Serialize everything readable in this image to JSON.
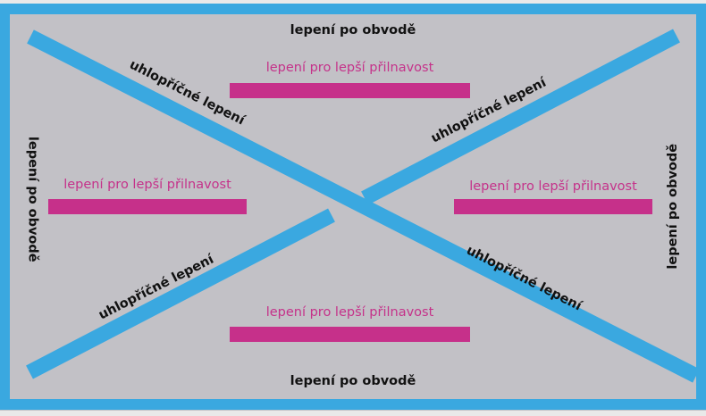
{
  "colors": {
    "background": "#c2c1c6",
    "perimeter_tape": "#3aa8e0",
    "diagonal_tape": "#3aa8e0",
    "adhesion_strip": "#c6308a",
    "dark_text": "#111111",
    "pink_text": "#c5328a"
  },
  "labels": {
    "perimeter_top": "lepení po obvodě",
    "perimeter_bottom": "lepení po obvodě",
    "perimeter_left": "lepení po obvodě",
    "perimeter_right": "lepení po obvodě",
    "diagonal_top_left": "uhlopříčné lepení",
    "diagonal_top_right": "uhlopříčné lepení",
    "diagonal_bottom_left": "uhlopříčné lepení",
    "diagonal_bottom_right": "uhlopříčné lepení",
    "adhesion_top": "lepení pro lepší přilnavost",
    "adhesion_left": "lepení pro lepší přilnavost",
    "adhesion_right": "lepení pro lepší přilnavost",
    "adhesion_bottom": "lepení pro lepší přilnavost"
  }
}
